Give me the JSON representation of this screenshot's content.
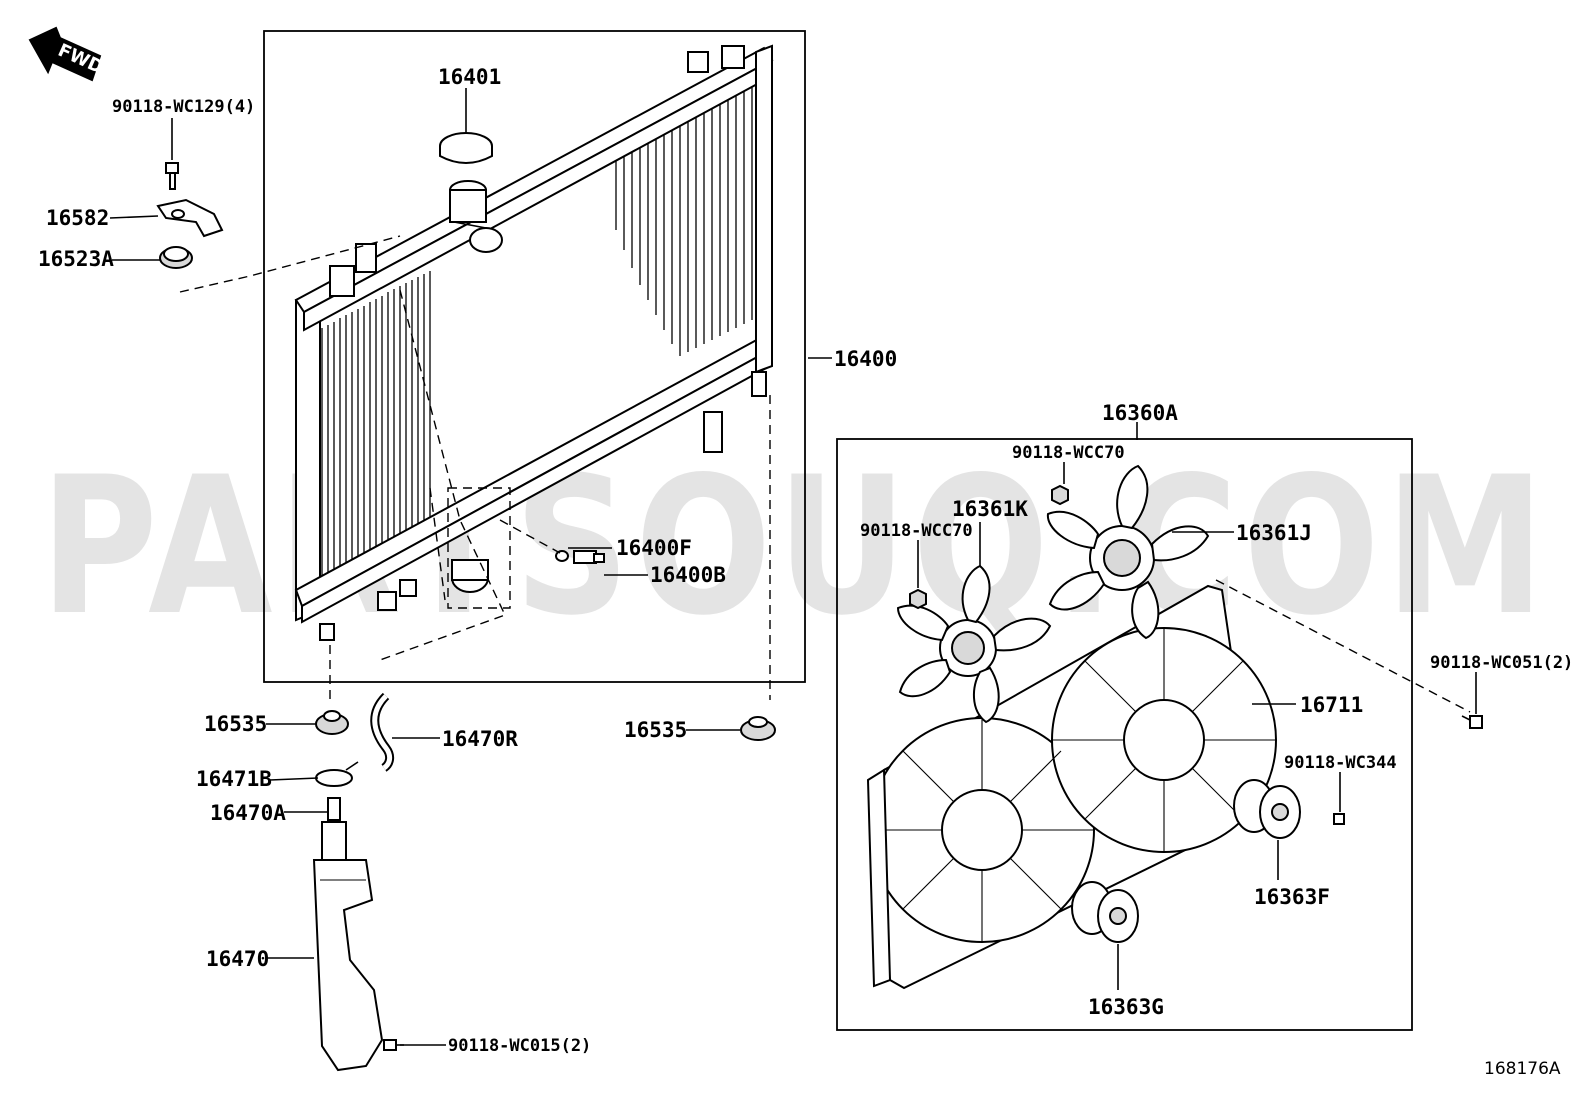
{
  "diagram": {
    "fwd_label": "FWD",
    "watermark": "PARTSOUQ.COM",
    "figure_id": "168176A",
    "labels": {
      "bolt_wc129": "90118-WC129(4)",
      "bracket_16582": "16582",
      "cushion_16523A": "16523A",
      "cap_16401": "16401",
      "radiator_16400": "16400",
      "gasket_16400F": "16400F",
      "plug_16400B": "16400B",
      "cushion_16535_left": "16535",
      "hose_16470R": "16470R",
      "clamp_16471B": "16471B",
      "inlet_16470A": "16470A",
      "reservoir_16470": "16470",
      "bolt_wc015": "90118-WC015(2)",
      "cushion_16535_right": "16535",
      "fan_assembly_16360A": "16360A",
      "nut_wcc70_top": "90118-WCC70",
      "fan_16361K": "16361K",
      "nut_wcc70_left": "90118-WCC70",
      "fan_16361J": "16361J",
      "bolt_wc051": "90118-WC051(2)",
      "shroud_16711": "16711",
      "bolt_wc344": "90118-WC344",
      "motor_16363F": "16363F",
      "motor_16363G": "16363G"
    }
  }
}
